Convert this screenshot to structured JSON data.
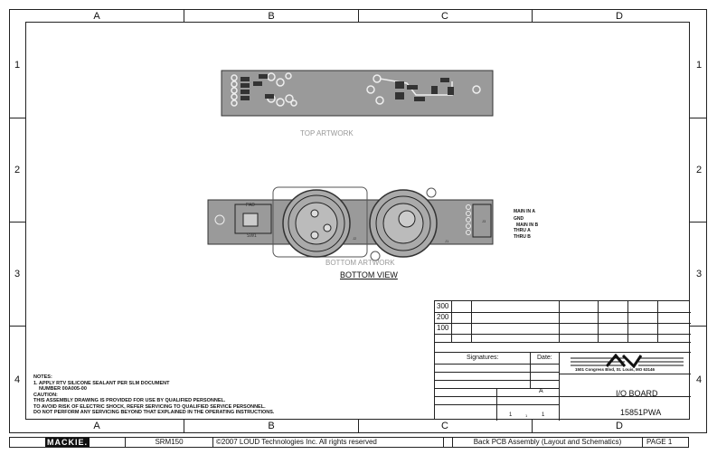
{
  "columns": [
    "A",
    "B",
    "C",
    "D"
  ],
  "rows": [
    "1",
    "2",
    "3",
    "4"
  ],
  "drawing": {
    "top_label": "TOP ARTWORK",
    "bottom_label": "BOTTOM ARTWORK",
    "view_title": "BOTTOM VIEW",
    "refs": {
      "pad": "PAD",
      "sw1": "SW1",
      "j1": "J1",
      "j2": "J2",
      "j3": "J3"
    },
    "pins": [
      "MAIN IN A",
      "GND",
      "MAIN IN B",
      "THRU A",
      "THRU B"
    ]
  },
  "notes": {
    "title": "NOTES:",
    "item1": "1. APPLY RTV SILICONE SEALANT PER SLM DOCUMENT",
    "item1b": "NUMBER 00A005-00",
    "caution_title": "CAUTION:",
    "caution1": "THIS ASSEMBLY DRAWING IS PROVIDED FOR USE BY QUALIFIED PERSONNEL.",
    "caution2": "TO AVOID RISK OF ELECTRIC SHOCK, REFER SERVICING TO QUALIFIED SERVICE PERSONNEL.",
    "caution3": "DO NOT PERFORM ANY SERVICING BEYOND THAT EXPLAINED IN THE OPERATING INSTRUCTIONS."
  },
  "title_block": {
    "revisions": [
      "300",
      "200",
      "100"
    ],
    "signatures": "Signatures:",
    "date": "Date:",
    "address": "1501 Congress Blvd, St. Louis, MO 63146",
    "size": "A",
    "title": "I/O BOARD",
    "number": "15851PWA",
    "sheet": "1",
    "of": "1"
  },
  "footer": {
    "brand": "MACKIE.",
    "model": "SRM150",
    "copyright": "©2007 LOUD Technologies Inc. All rights reserved",
    "description": "Back PCB Assembly (Layout and Schematics)",
    "page": "PAGE 1"
  }
}
